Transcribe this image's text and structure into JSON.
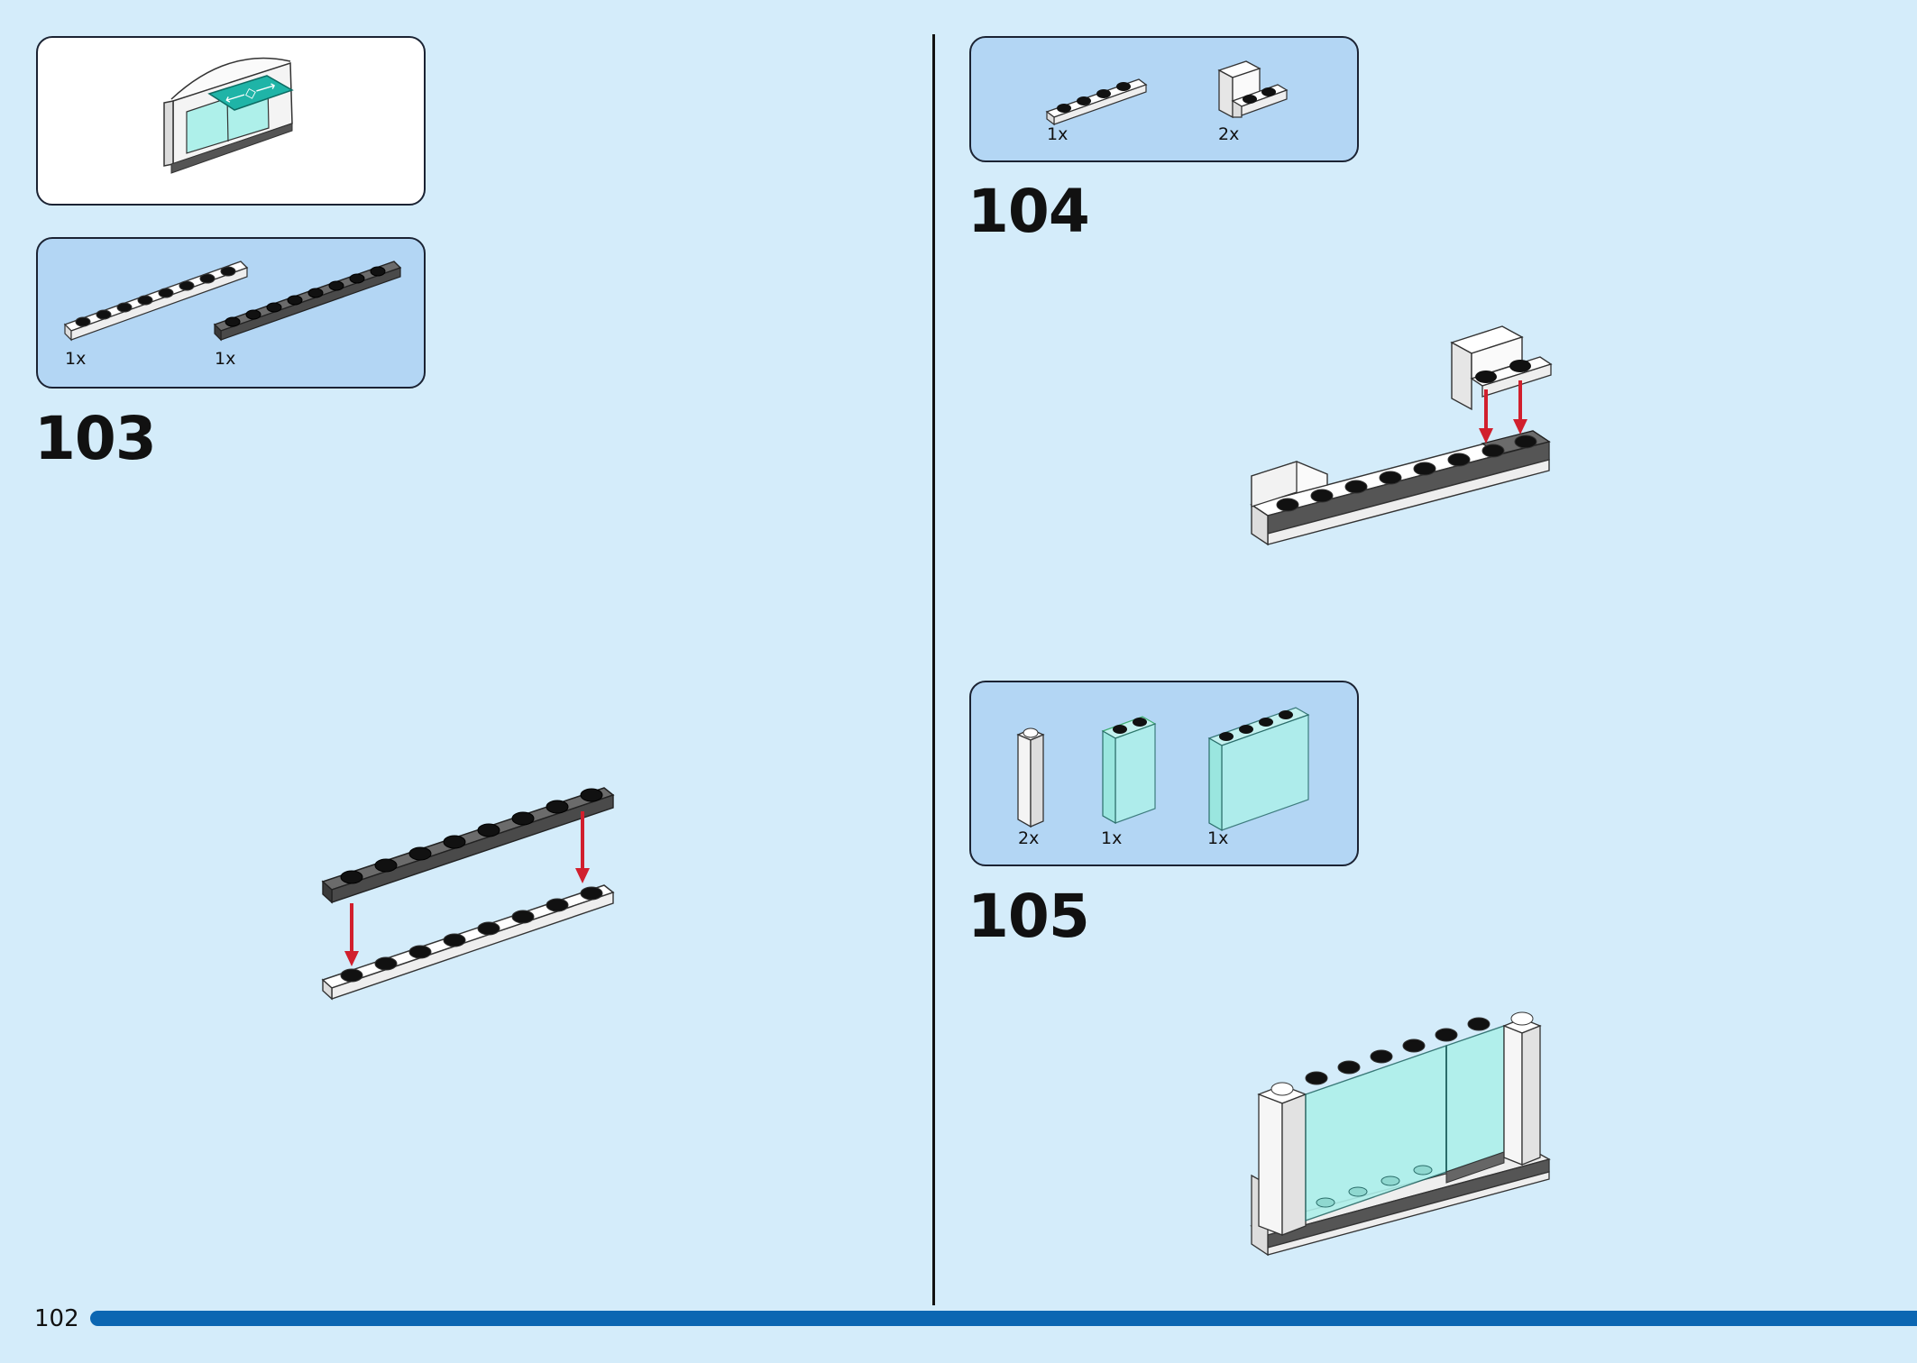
{
  "page": {
    "number": "102",
    "progress_percent": 100
  },
  "steps": [
    {
      "number": "103",
      "parts": [
        {
          "quantity": "1x",
          "part": "white-plate-1x8"
        },
        {
          "quantity": "1x",
          "part": "dark-gray-plate-1x8"
        }
      ]
    },
    {
      "number": "104",
      "parts": [
        {
          "quantity": "1x",
          "part": "white-plate-1x4"
        },
        {
          "quantity": "2x",
          "part": "white-bracket-1x2"
        }
      ]
    },
    {
      "number": "105",
      "parts": [
        {
          "quantity": "2x",
          "part": "white-brick-1x1x3"
        },
        {
          "quantity": "1x",
          "part": "trans-light-blue-panel-1x2x3"
        },
        {
          "quantity": "1x",
          "part": "trans-light-blue-panel-1x4x3"
        }
      ]
    }
  ],
  "colors": {
    "background": "#d4ecfa",
    "parts_box": "#b3d6f4",
    "progress_bar": "#0b66b2",
    "arrow": "#d11f2d",
    "glass": "#aef0ea",
    "sign": "#1fb4a7"
  }
}
